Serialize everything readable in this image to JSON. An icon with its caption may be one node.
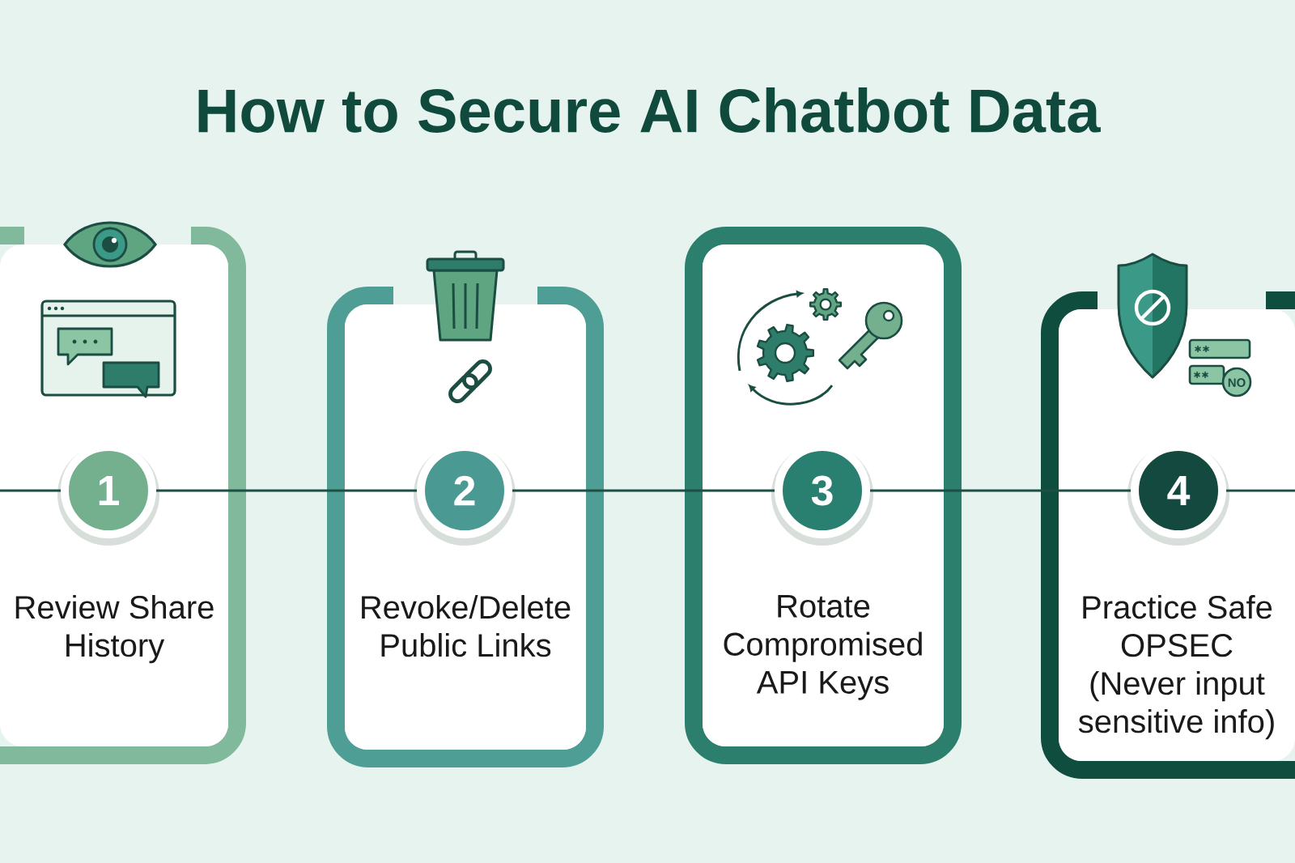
{
  "diagram": {
    "title": "How to Secure AI Chatbot Data",
    "nodes": [
      {
        "text": [
          "Review Share History"
        ]
      },
      {
        "text": [
          "1"
        ],
        "in": 0
      },
      {
        "text": [
          "Revoke/Delete Public Links"
        ]
      },
      {
        "text": [
          "2"
        ],
        "in": 2
      },
      {
        "text": [
          "Rotate Compromised API Keys"
        ]
      },
      {
        "text": [
          "3"
        ],
        "in": 4
      },
      {
        "text": [
          "Practice Safe OPSEC (Never input sensitive info)"
        ]
      },
      {
        "text": [
          "4"
        ],
        "in": 6
      }
    ],
    "edges": [
      {
        "from": null,
        "to": 1,
        "arrow": "none"
      },
      {
        "from": 1,
        "to": 3,
        "arrow": "none"
      },
      {
        "from": 3,
        "to": 5,
        "arrow": "none"
      },
      {
        "from": 5,
        "to": 7,
        "arrow": "none"
      },
      {
        "from": 7,
        "to": null,
        "arrow": "none"
      }
    ],
    "labels": [
      "NO"
    ]
  }
}
